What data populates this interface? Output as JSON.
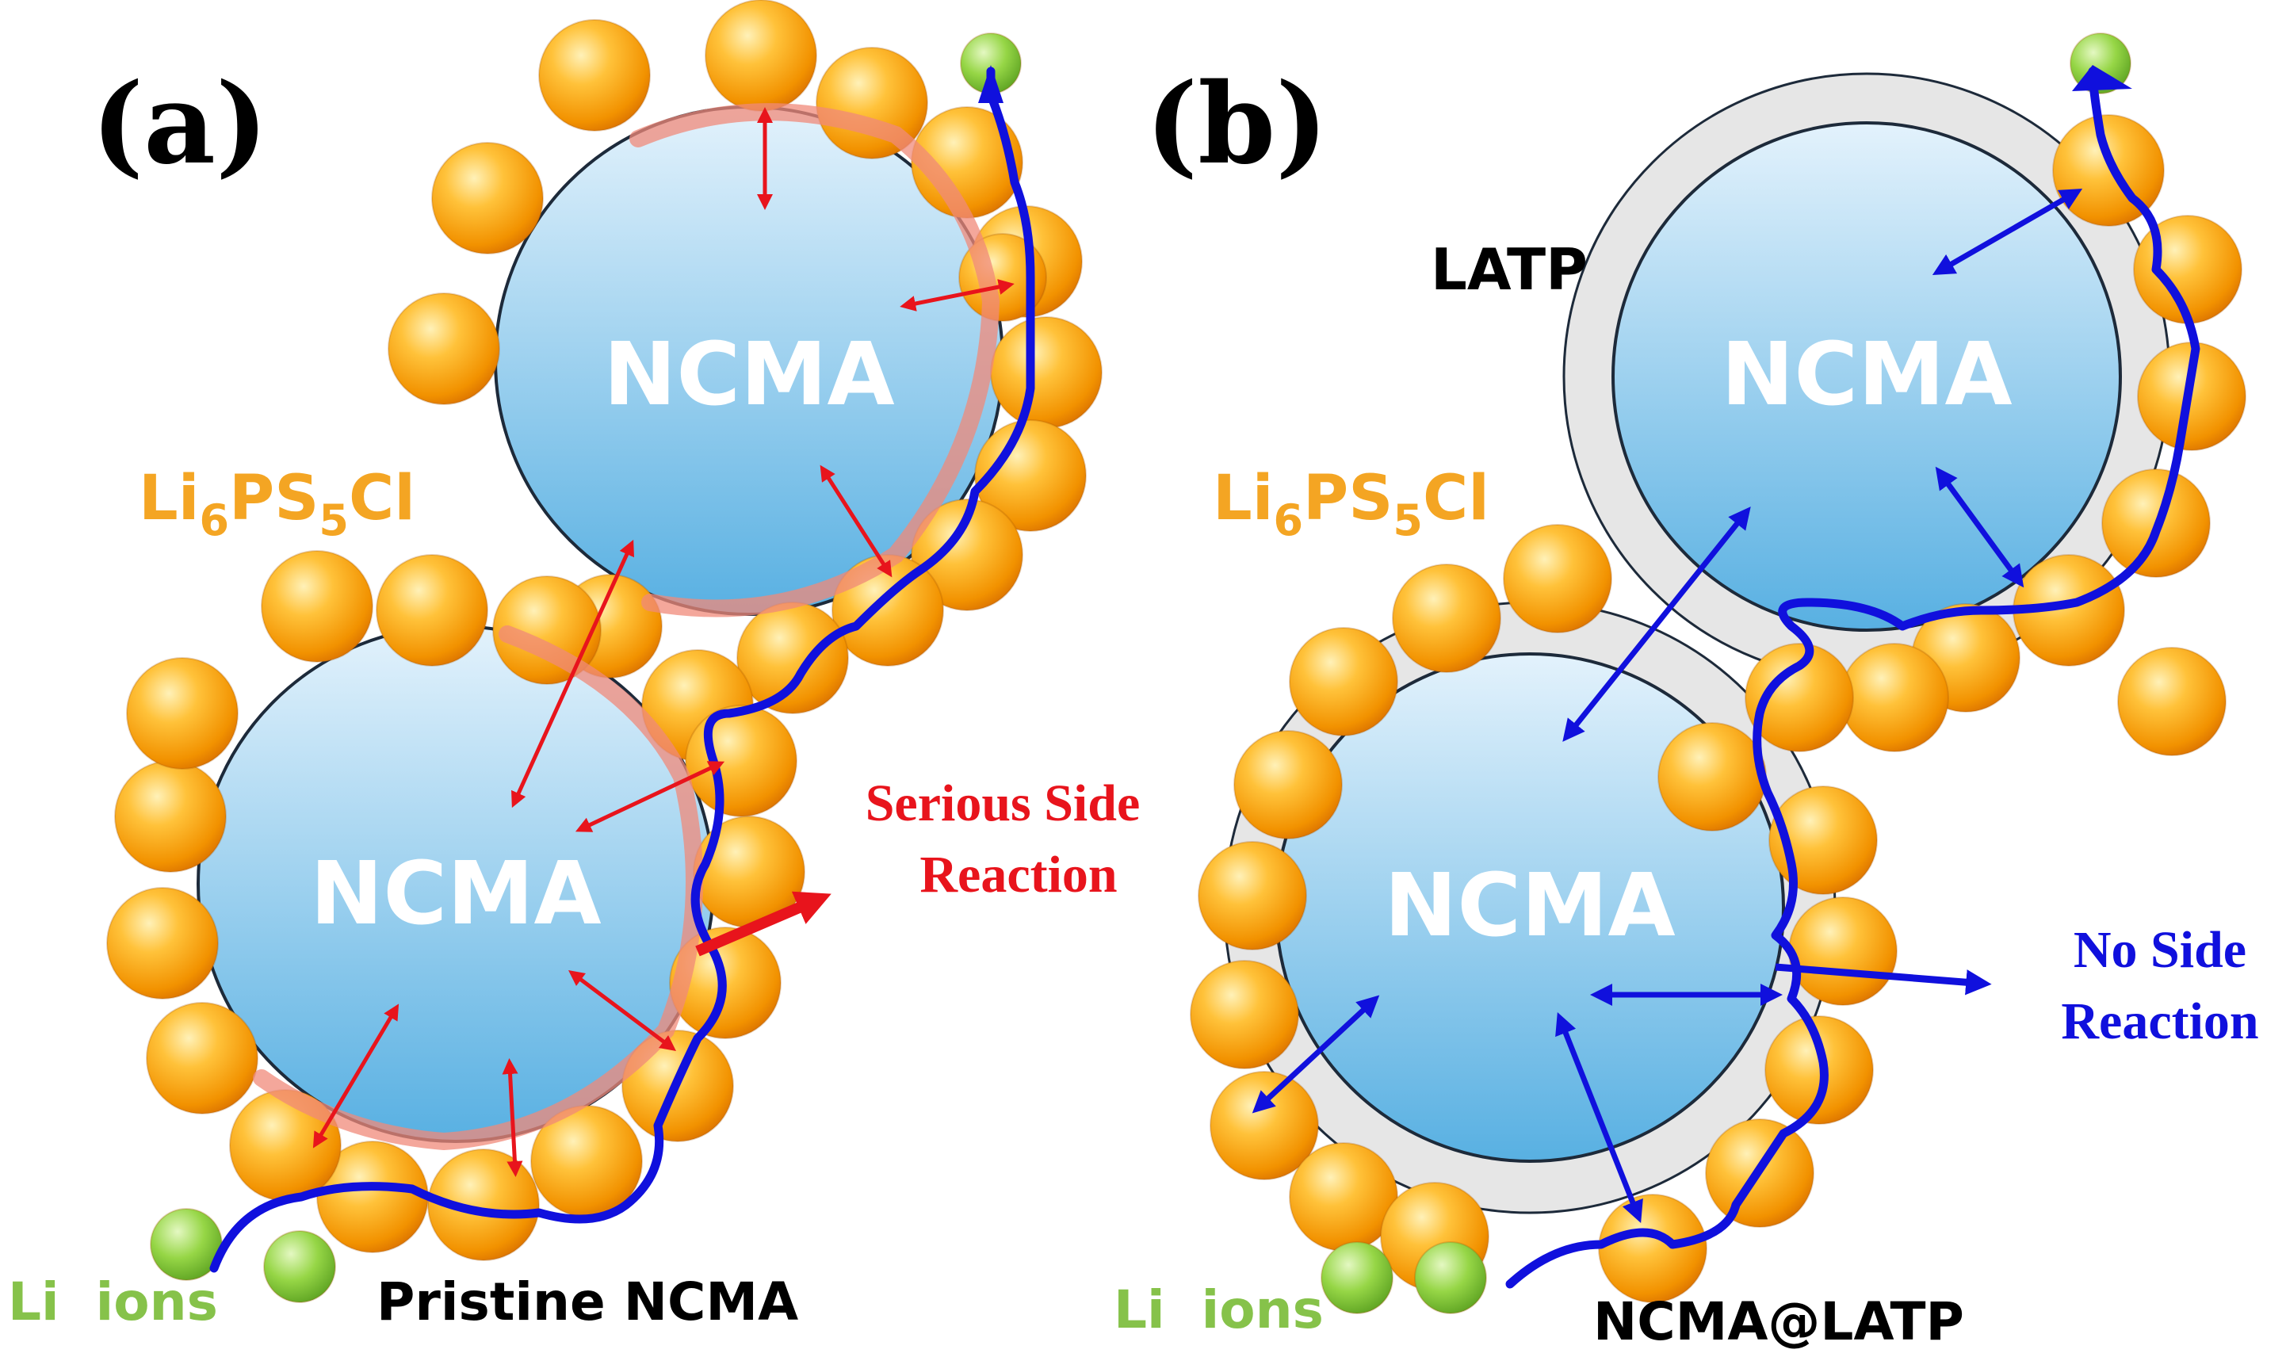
{
  "panels": {
    "a": {
      "label": "(a)",
      "core_top_label": "NCMA",
      "core_bottom_label": "NCMA",
      "electrolyte_base": "Li",
      "electrolyte_sub1": "6",
      "electrolyte_mid": "PS",
      "electrolyte_sub2": "5",
      "electrolyte_end": "Cl",
      "li_ions_label": "Li  ions",
      "material_label": "Pristine NCMA",
      "reaction_line1": "Serious Side",
      "reaction_line2": "Reaction"
    },
    "b": {
      "label": "(b)",
      "coating_label": "LATP",
      "core_top_label": "NCMA",
      "core_bottom_label": "NCMA",
      "electrolyte_base": "Li",
      "electrolyte_sub1": "6",
      "electrolyte_mid": "PS",
      "electrolyte_sub2": "5",
      "electrolyte_end": "Cl",
      "li_ions_label": "Li  ions",
      "material_label": "NCMA@LATP",
      "reaction_line1": "No Side",
      "reaction_line2": "Reaction"
    }
  },
  "colors": {
    "core_top": "#dff0fb",
    "core_bottom": "#5cb4e4",
    "sphere_light": "#ffe9a0",
    "sphere_mid": "#ffb21e",
    "sphere_dark": "#e87a00",
    "li_ion": "#8fd23c",
    "path_blue": "#1010dd",
    "arrow_red": "#e8141c",
    "label_orange": "#f4a523",
    "label_green": "#86c24a",
    "coating_grey": "#e6e6e6"
  }
}
